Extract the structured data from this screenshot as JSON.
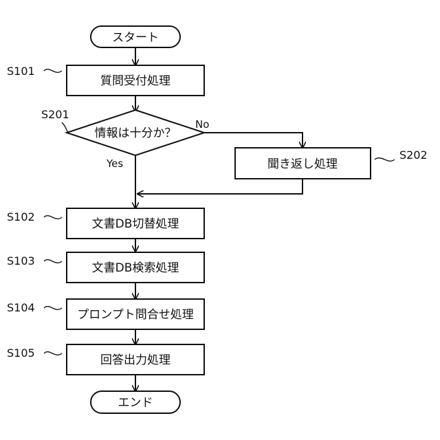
{
  "nodes": {
    "start": "スタート",
    "s101": "質問受付処理",
    "s201": "情報は十分か？",
    "s202": "聞き返し処理",
    "s102": "文書DB切替処理",
    "s103": "文書DB検索処理",
    "s104": "プロンプト問合せ処理",
    "s105": "回答出力処理",
    "end": "エンド"
  },
  "step_ids": {
    "s101": "S101",
    "s201": "S201",
    "s202": "S202",
    "s102": "S102",
    "s103": "S103",
    "s104": "S104",
    "s105": "S105"
  },
  "branches": {
    "no": "No",
    "yes": "Yes"
  }
}
